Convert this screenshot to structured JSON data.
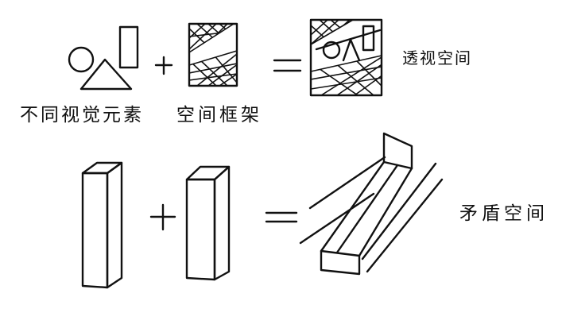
{
  "labels": {
    "perspective_space": "透视空间",
    "different_visual_elements": "不同视觉元素",
    "space_frame": "空间框架",
    "contradictory_space": "矛盾空间"
  }
}
